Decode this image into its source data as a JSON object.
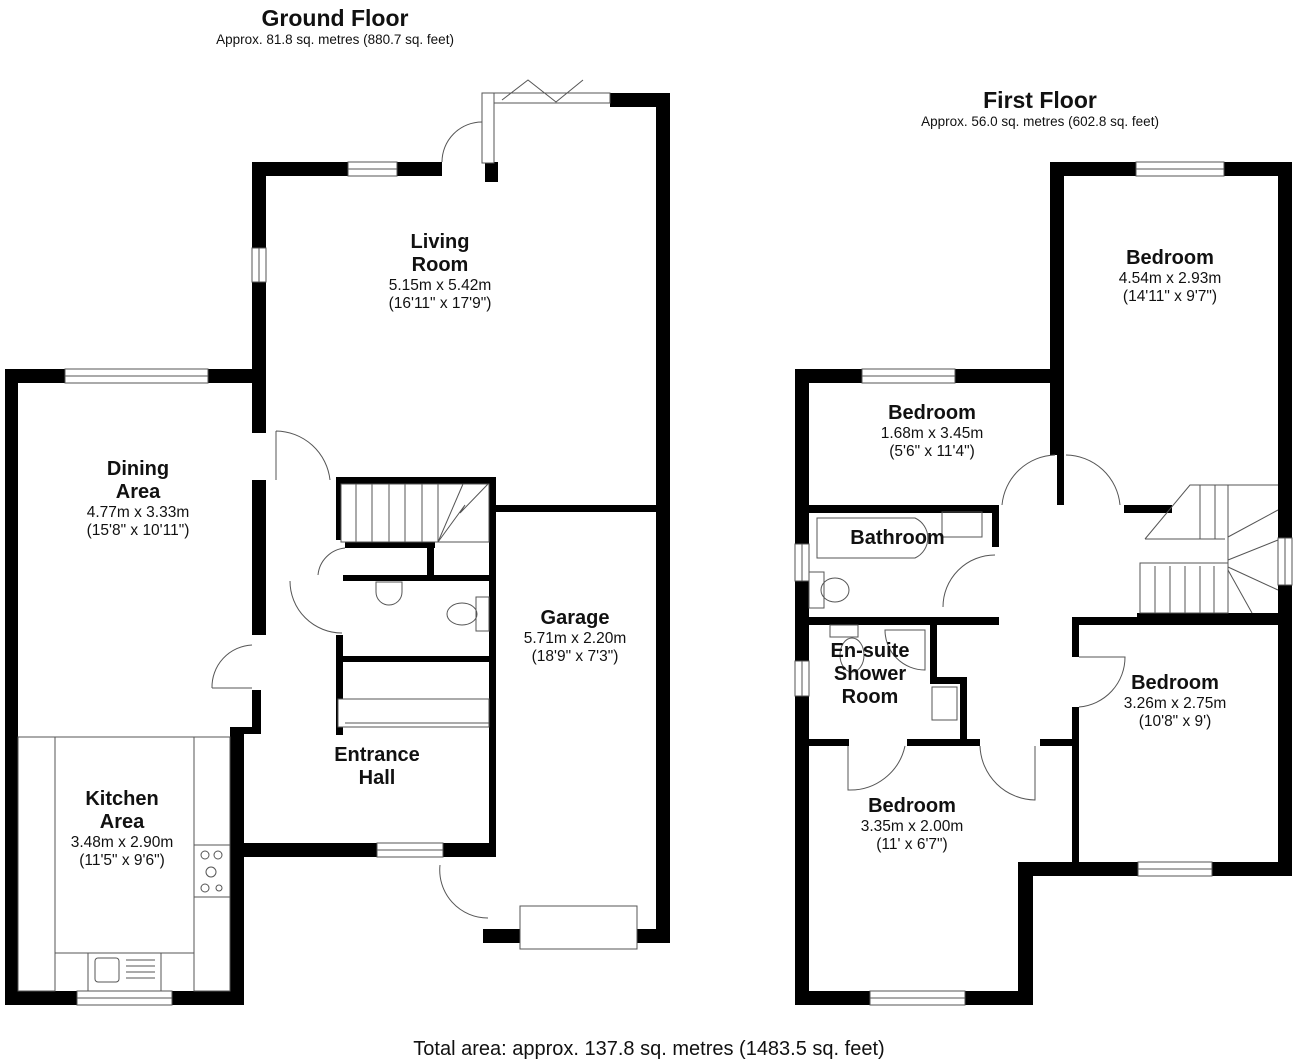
{
  "ground_floor": {
    "title": "Ground Floor",
    "area": "Approx. 81.8 sq. metres (880.7 sq. feet)",
    "rooms": [
      {
        "name_l1": "Living",
        "name_l2": "Room",
        "dim_m": "5.15m x 5.42m",
        "dim_ft": "(16'11\" x 17'9\")"
      },
      {
        "name_l1": "Dining",
        "name_l2": "Area",
        "dim_m": "4.77m x 3.33m",
        "dim_ft": "(15'8\" x 10'11\")"
      },
      {
        "name_l1": "Kitchen",
        "name_l2": "Area",
        "dim_m": "3.48m x 2.90m",
        "dim_ft": "(11'5\" x 9'6\")"
      },
      {
        "name_l1": "Garage",
        "dim_m": "5.71m x 2.20m",
        "dim_ft": "(18'9\" x 7'3\")"
      },
      {
        "name_l1": "Entrance",
        "name_l2": "Hall"
      }
    ]
  },
  "first_floor": {
    "title": "First Floor",
    "area": "Approx. 56.0 sq. metres (602.8 sq. feet)",
    "rooms": [
      {
        "name_l1": "Bedroom",
        "dim_m": "4.54m x 2.93m",
        "dim_ft": "(14'11\" x 9'7\")"
      },
      {
        "name_l1": "Bedroom",
        "dim_m": "1.68m x 3.45m",
        "dim_ft": "(5'6\" x 11'4\")"
      },
      {
        "name_l1": "Bathroom"
      },
      {
        "name_l1": "En-suite",
        "name_l2": "Shower",
        "name_l3": "Room"
      },
      {
        "name_l1": "Bedroom",
        "dim_m": "3.26m x 2.75m",
        "dim_ft": "(10'8\" x 9')"
      },
      {
        "name_l1": "Bedroom",
        "dim_m": "3.35m x 2.00m",
        "dim_ft": "(11' x 6'7\")"
      }
    ]
  },
  "total_area": "Total area: approx. 137.8 sq. metres (1483.5 sq. feet)"
}
